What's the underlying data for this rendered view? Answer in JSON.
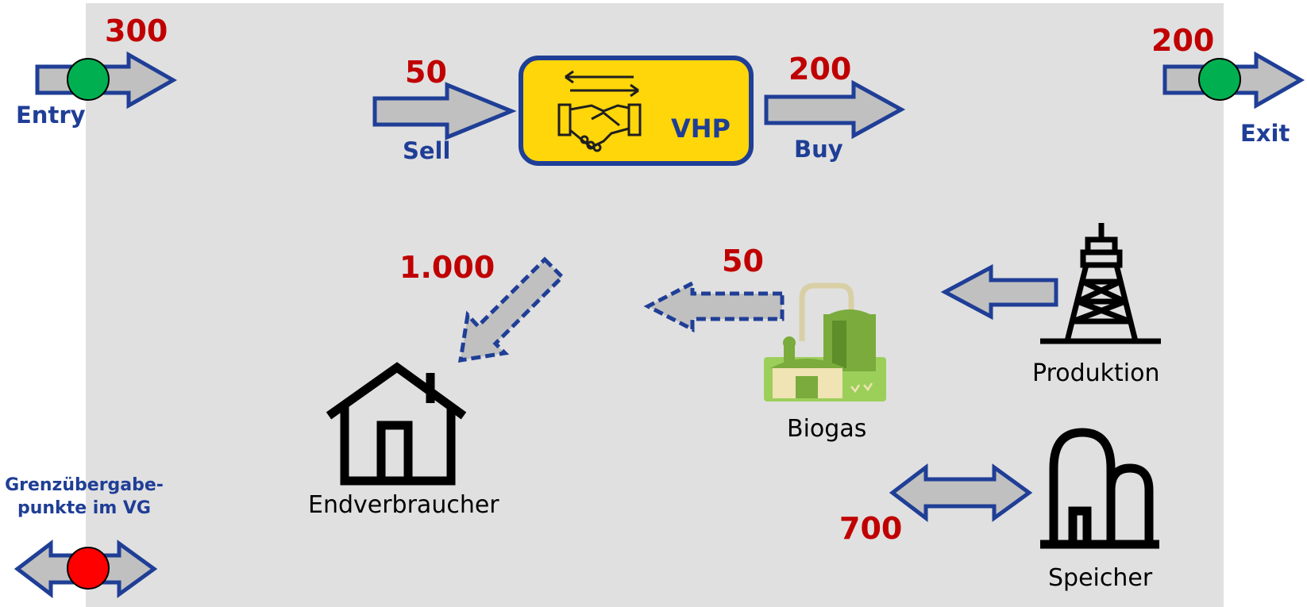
{
  "colors": {
    "background": "#e0e0e0",
    "arrow_fill": "#c0c0c0",
    "arrow_stroke": "#1f3e96",
    "number": "#c00000",
    "label_blue": "#1f3e96",
    "vhp_box": "#ffd60a",
    "open_point": "#00b050",
    "closed_point": "#ff0000",
    "biogas_green": "#7aab3c"
  },
  "entry": {
    "label": "Entry",
    "value": "300",
    "status_icon": "green-circle-icon"
  },
  "exit": {
    "label": "Exit",
    "value": "200",
    "status_icon": "green-circle-icon"
  },
  "vhp": {
    "label": "VHP",
    "icon": "handshake-exchange-icon",
    "sell_label": "Sell",
    "sell_value": "50",
    "buy_label": "Buy",
    "buy_value": "200"
  },
  "endverbraucher": {
    "label": "Endverbraucher",
    "value": "1.000",
    "icon": "house-icon"
  },
  "biogas": {
    "label": "Biogas",
    "value": "50",
    "icon": "biogas-plant-icon"
  },
  "produktion": {
    "label": "Produktion",
    "icon": "drilling-rig-icon"
  },
  "speicher": {
    "label": "Speicher",
    "value": "700",
    "icon": "storage-tank-icon"
  },
  "border_points": {
    "line1": "Grenzübergabe-",
    "line2": "punkte im VG",
    "status_icon": "red-circle-icon"
  }
}
